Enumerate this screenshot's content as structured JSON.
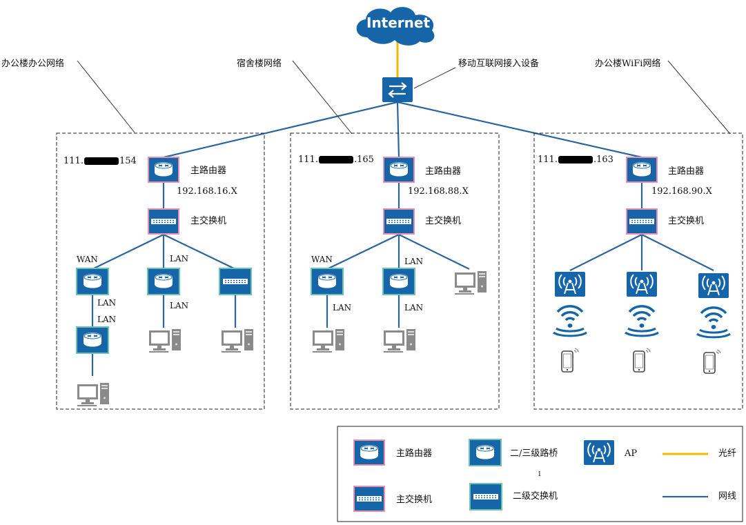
{
  "internet": {
    "label": "Internet"
  },
  "gateway": {
    "label": "移动互联网接入设备"
  },
  "segments": [
    {
      "title": "办公楼办公网络",
      "ip_prefix": "111.",
      "ip_suffix": "154",
      "router_label": "主路由器",
      "subnet": "192.168.16.X",
      "switch_label": "主交换机",
      "link_labels": {
        "wan": "WAN",
        "lan1": "LAN",
        "lan2": "LAN",
        "lan3": "LAN",
        "lan4": "LAN"
      }
    },
    {
      "title": "宿舍楼网络",
      "ip_prefix": "111.",
      "ip_suffix": ".165",
      "router_label": "主路由器",
      "subnet": "192.168.88.X",
      "switch_label": "主交换机",
      "link_labels": {
        "wan": "WAN",
        "lan1": "LAN",
        "lan2": "LAN",
        "lan3": "LAN"
      }
    },
    {
      "title": "办公楼WiFi网络",
      "ip_prefix": "111.",
      "ip_suffix": ".163",
      "router_label": "主路由器",
      "subnet": "192.168.90.X",
      "switch_label": "主交换机"
    }
  ],
  "legend": {
    "main_router": "主路由器",
    "bridge_router": "二/三级路桥",
    "ap": "AP",
    "fiber": "光纤",
    "main_switch": "主交换机",
    "secondary_switch": "二级交换机",
    "ethernet": "网线",
    "stray_mark": "1"
  },
  "colors": {
    "device_blue": "#1565a8",
    "fiber": "#f5b800",
    "ethernet": "#2a65a0",
    "pc_gray": "#8a8a8a",
    "router_border": "#c0507a",
    "bridge_border": "#4aa89a"
  },
  "icons": [
    "cloud-icon",
    "router-icon",
    "switch-icon",
    "ap-icon",
    "wifi-signal-icon",
    "phone-icon",
    "pc-icon",
    "exchange-arrows-icon"
  ]
}
